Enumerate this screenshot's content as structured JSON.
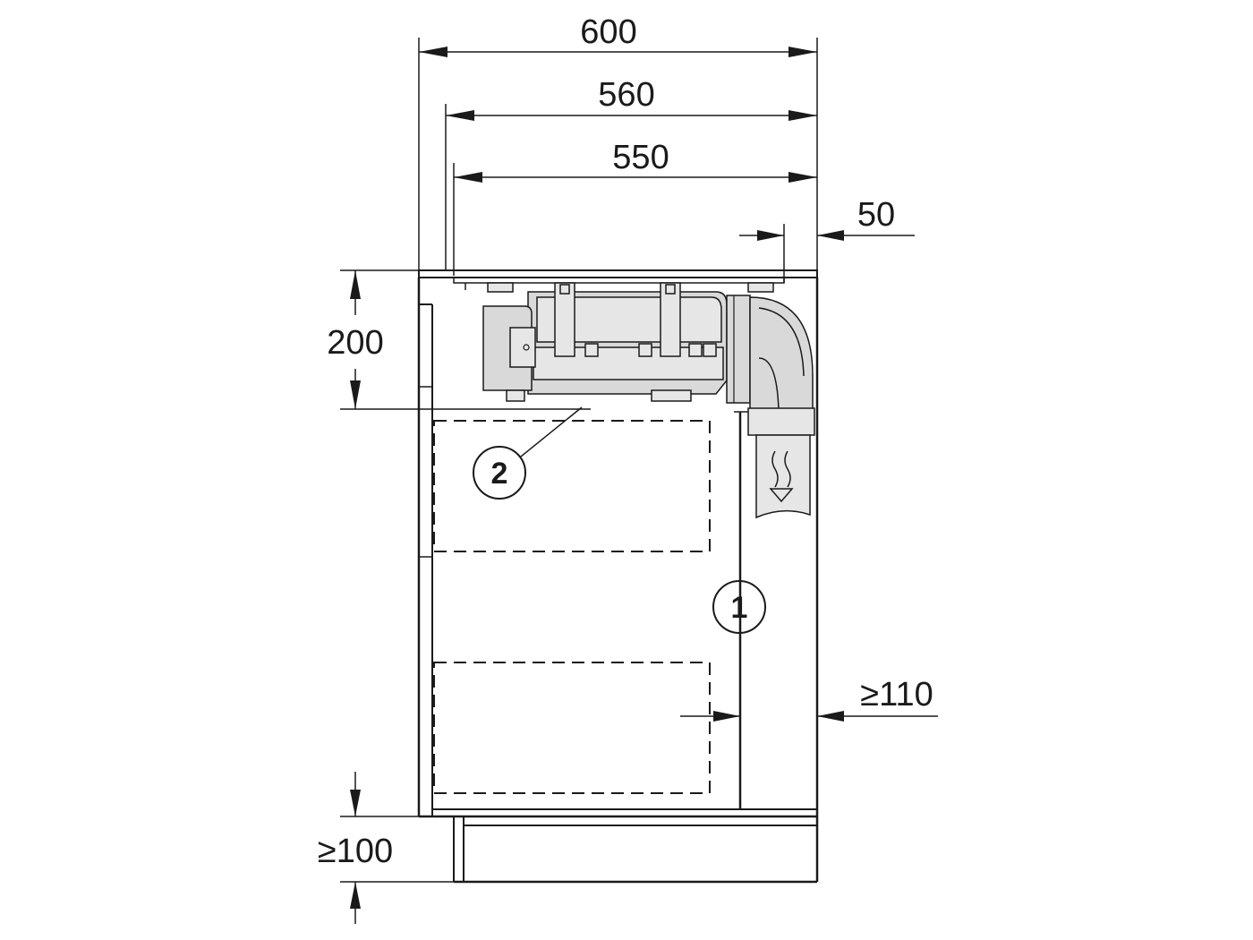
{
  "dimensions": {
    "width_600": "600",
    "width_560": "560",
    "width_550": "550",
    "offset_50": "50",
    "height_200": "200",
    "gap_110": "≥110",
    "plinth_100": "≥100"
  },
  "callouts": {
    "callout_1": "1",
    "callout_2": "2"
  },
  "colors": {
    "line": "#1a1a1a",
    "unit_fill": "#d9d9d9",
    "background": "#ffffff"
  }
}
